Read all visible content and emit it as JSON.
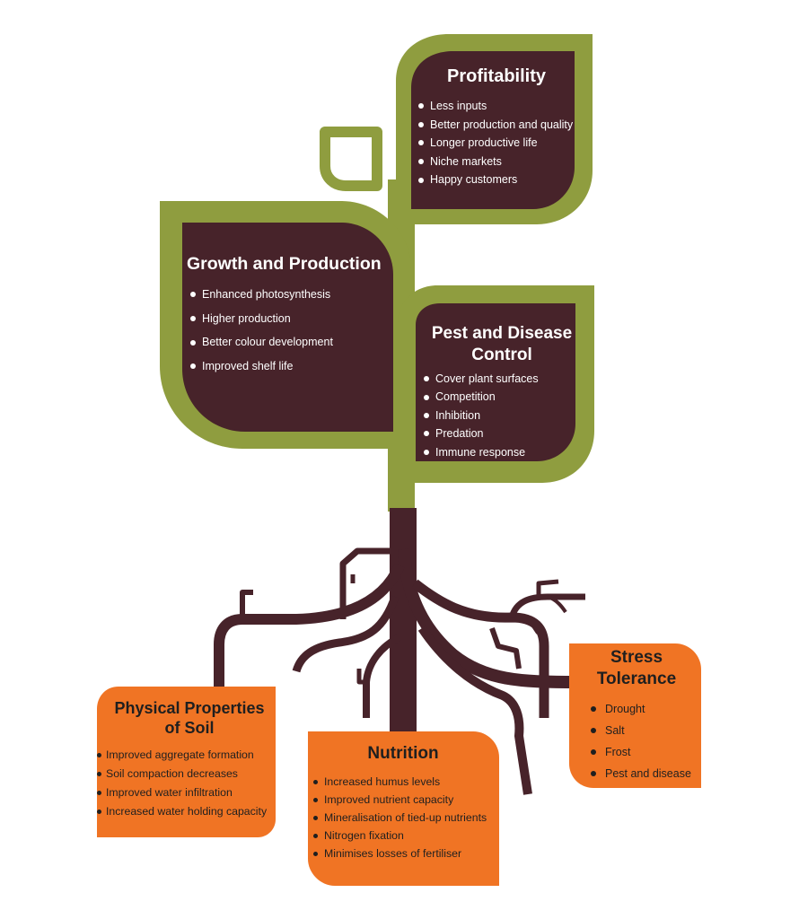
{
  "colors": {
    "leaf_green": "#8f9d3f",
    "leaf_fill": "#47232a",
    "root_brown": "#47232a",
    "box_orange": "#f07424",
    "text_on_leaf": "#ffffff",
    "text_on_box": "#1f1f1f"
  },
  "leaves": {
    "profitability": {
      "title": "Profitability",
      "items": [
        "Less inputs",
        "Better production and quality",
        "Longer productive life",
        "Niche markets",
        "Happy customers"
      ]
    },
    "growth": {
      "title": "Growth and Production",
      "items": [
        "Enhanced photosynthesis",
        "Higher production",
        "Better colour development",
        "Improved shelf life"
      ]
    },
    "pest": {
      "title_line1": "Pest and Disease",
      "title_line2": "Control",
      "items": [
        "Cover plant surfaces",
        "Competition",
        "Inhibition",
        "Predation",
        "Immune response"
      ]
    }
  },
  "roots": {
    "soil": {
      "title_line1": "Physical Properties",
      "title_line2": "of Soil",
      "items": [
        "Improved aggregate formation",
        "Soil compaction decreases",
        "Improved water infiltration",
        "Increased water holding capacity"
      ]
    },
    "nutrition": {
      "title": "Nutrition",
      "items": [
        "Increased humus levels",
        "Improved nutrient capacity",
        "Mineralisation of tied-up nutrients",
        "Nitrogen fixation",
        "Minimises losses of fertiliser"
      ]
    },
    "stress": {
      "title_line1": "Stress",
      "title_line2": "Tolerance",
      "items": [
        "Drought",
        "Salt",
        "Frost",
        "Pest and disease"
      ]
    }
  }
}
